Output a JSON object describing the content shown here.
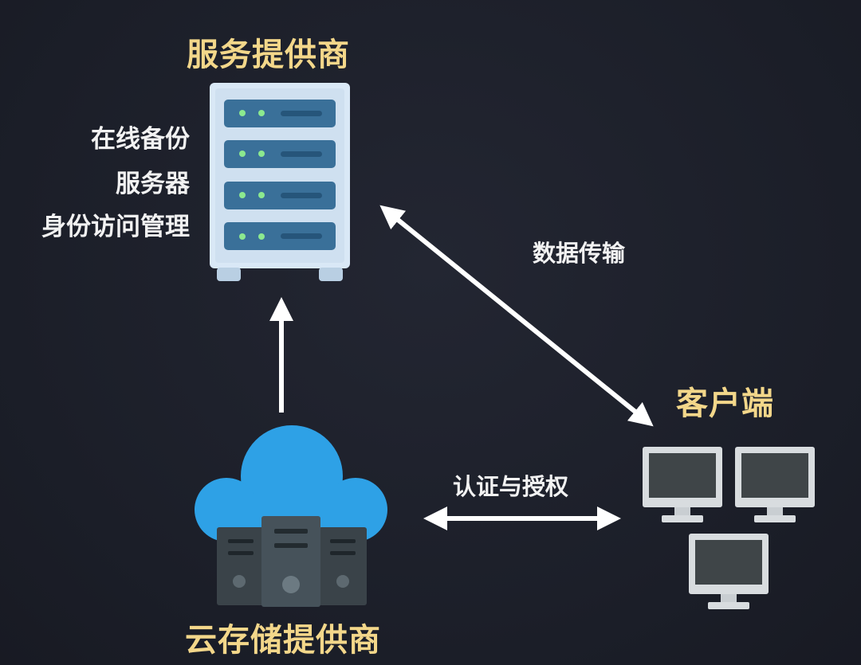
{
  "nodes": {
    "service_provider": {
      "title": "服务提供商",
      "details": [
        "在线备份",
        "服务器",
        "身份访问管理"
      ]
    },
    "client": {
      "title": "客户端"
    },
    "cloud_storage": {
      "title": "云存储提供商"
    }
  },
  "edges": {
    "data_transfer": "数据传输",
    "auth": "认证与授权"
  },
  "colors": {
    "background": "#1b1e28",
    "title": "#f3d78a",
    "text": "#f2f2f2",
    "server_body": "#d9e8f6",
    "server_slot": "#3a7099",
    "led": "#8ce98f",
    "cloud": "#2ea1e6",
    "cloud_server": "#3a4349",
    "monitor_frame": "#d8dcdf",
    "monitor_screen": "#3f4548"
  },
  "icons": [
    "server-rack-icon",
    "cloud-storage-icon",
    "desktop-monitor-icon"
  ]
}
